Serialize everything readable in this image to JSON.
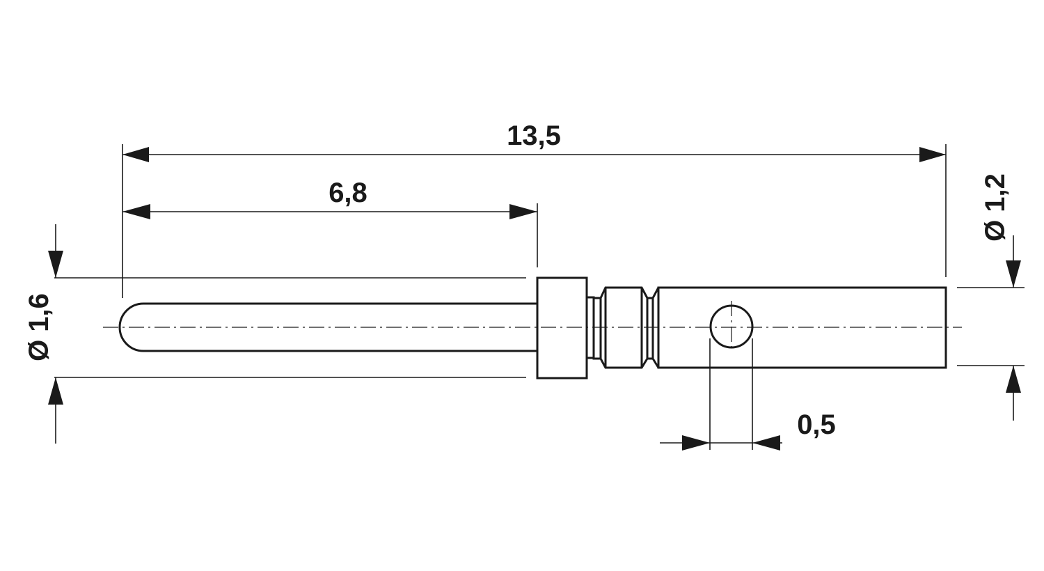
{
  "drawing": {
    "dimensions": {
      "overall_length": "13,5",
      "pin_length": "6,8",
      "hole_width": "0,5",
      "pin_diameter": "Ø 1,6",
      "barrel_diameter": "Ø 1,2"
    },
    "colors": {
      "line": "#1a1a1a",
      "background": "#ffffff"
    }
  }
}
